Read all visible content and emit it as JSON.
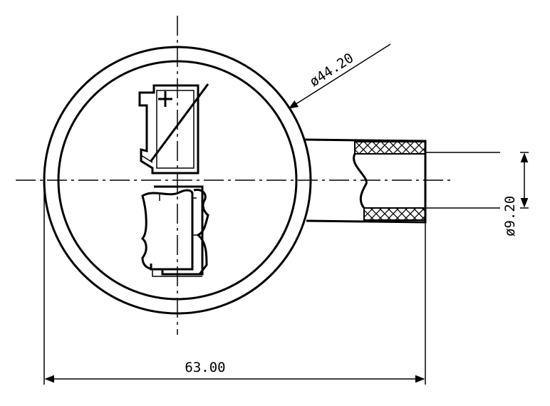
{
  "dimensions": {
    "outer_diameter": "ø44.20",
    "hose_diameter": "ø9.20",
    "total_length": "63.00"
  }
}
